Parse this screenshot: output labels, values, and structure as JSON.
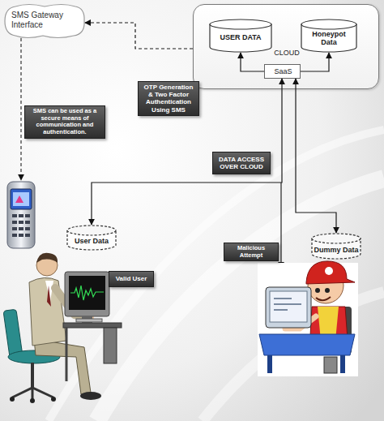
{
  "diagram": {
    "nodes": [
      {
        "text": [
          "SMS Gateway Interface"
        ]
      },
      {
        "text": [
          "CLOUD"
        ]
      },
      {
        "text": [
          "USER DATA"
        ],
        "in": 1
      },
      {
        "text": [
          "Honeypot Data"
        ],
        "in": 1
      },
      {
        "text": [
          "SaaS"
        ],
        "in": 1
      },
      {
        "text": [
          "User Data"
        ]
      },
      {
        "text": [
          "Dummy Data"
        ]
      }
    ],
    "edges": [
      {
        "from": 1,
        "to": 0,
        "arrow": "to"
      },
      {
        "from": 4,
        "to": 2,
        "arrow": "to"
      },
      {
        "from": 4,
        "to": 3,
        "arrow": "to"
      },
      {
        "from": 4,
        "to": 5,
        "arrow": "both"
      },
      {
        "from": 4,
        "to": 6,
        "arrow": "both"
      }
    ],
    "labels": [
      "OTP Generation & Two Factor Authentication Using SMS",
      "SMS can be used as a secure means of communication and authentication.",
      "DATA ACCESS OVER CLOUD",
      "Valid User",
      "Malicious Attempt"
    ]
  }
}
